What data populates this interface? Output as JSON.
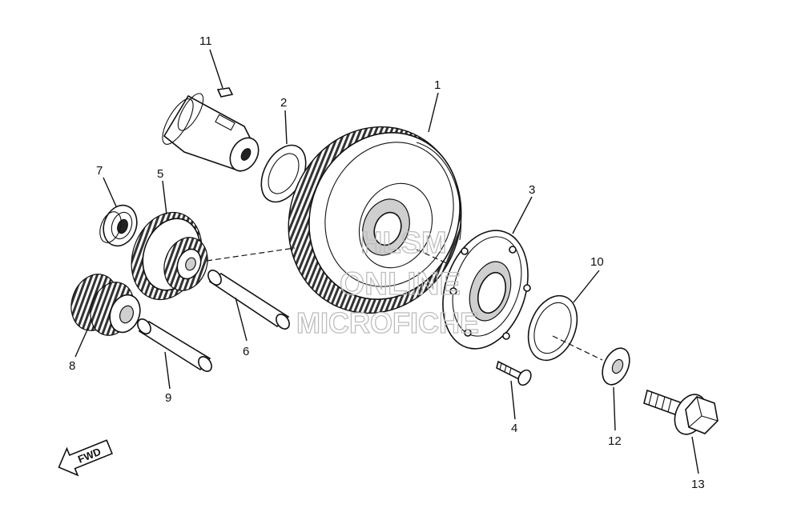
{
  "callouts": [
    "1",
    "2",
    "3",
    "4",
    "5",
    "6",
    "7",
    "8",
    "9",
    "10",
    "11",
    "12",
    "13"
  ],
  "watermark": [
    "HLSM",
    "ONLINE",
    "MICROFICHE"
  ],
  "fwd_label": "FWD"
}
